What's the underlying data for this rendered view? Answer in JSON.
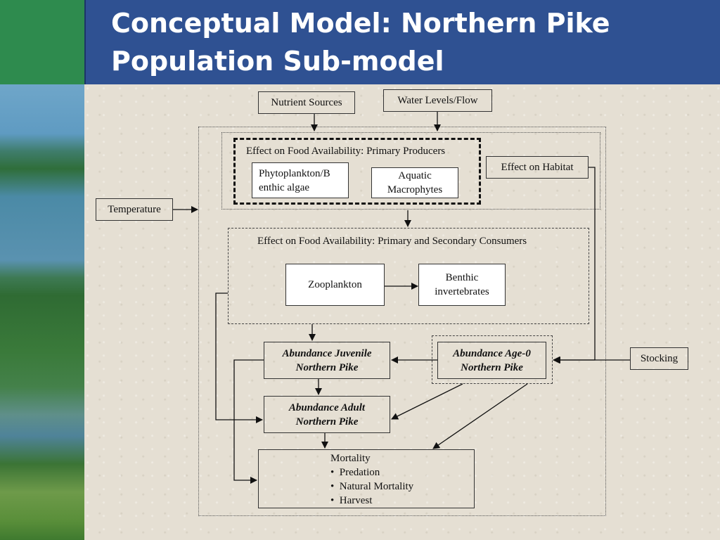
{
  "slide": {
    "title": "Conceptual Model: Northern Pike\nPopulation Sub-model"
  },
  "diagram": {
    "nutrient_sources": "Nutrient Sources",
    "water_levels": "Water Levels/Flow",
    "temperature": "Temperature",
    "primary_producers": {
      "label": "Effect on Food Availability: Primary Producers",
      "phytoplankton": "Phytoplankton/B\nenthic algae",
      "macrophytes": "Aquatic\nMacrophytes"
    },
    "effect_on_habitat": "Effect on Habitat",
    "consumers": {
      "label": "Effect on Food Availability: Primary and Secondary Consumers",
      "zooplankton": "Zooplankton",
      "benthic": "Benthic\ninvertebrates"
    },
    "juvenile": "Abundance Juvenile\nNorthern Pike",
    "age0": "Abundance Age-0\nNorthern Pike",
    "adult": "Abundance Adult\nNorthern Pike",
    "stocking": "Stocking",
    "mortality": {
      "title": "Mortality",
      "items": [
        "Predation",
        "Natural Mortality",
        "Harvest"
      ]
    }
  },
  "colors": {
    "header_bg": "#2f5192",
    "title_text": "#ffffff",
    "canvas_bg": "#e5dfd3"
  }
}
